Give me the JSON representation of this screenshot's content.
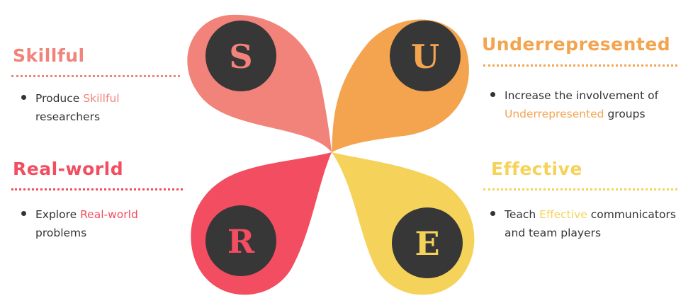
{
  "colors": {
    "s": "#f2837a",
    "u": "#f4a44f",
    "r": "#f24d60",
    "e": "#f5d35a",
    "circle": "#373737",
    "text": "#333333"
  },
  "petals": [
    {
      "key": "s",
      "letter": "S"
    },
    {
      "key": "u",
      "letter": "U"
    },
    {
      "key": "r",
      "letter": "R"
    },
    {
      "key": "e",
      "letter": "E"
    }
  ],
  "sections": {
    "s": {
      "heading": "Skillful",
      "bullet_before": "Produce ",
      "bullet_highlight": "Skillful",
      "bullet_after": "researchers"
    },
    "u": {
      "heading": "Underrepresented",
      "bullet_before": "Increase the involvement of",
      "bullet_highlight": "Underrepresented",
      "bullet_after": " groups"
    },
    "r": {
      "heading": "Real-world",
      "bullet_before": "Explore ",
      "bullet_highlight": "Real-world",
      "bullet_after": "problems"
    },
    "e": {
      "heading": "Effective",
      "bullet_before": "Teach ",
      "bullet_highlight": "Effective",
      "bullet_after": " communicators",
      "bullet_after2": "and team players"
    }
  }
}
